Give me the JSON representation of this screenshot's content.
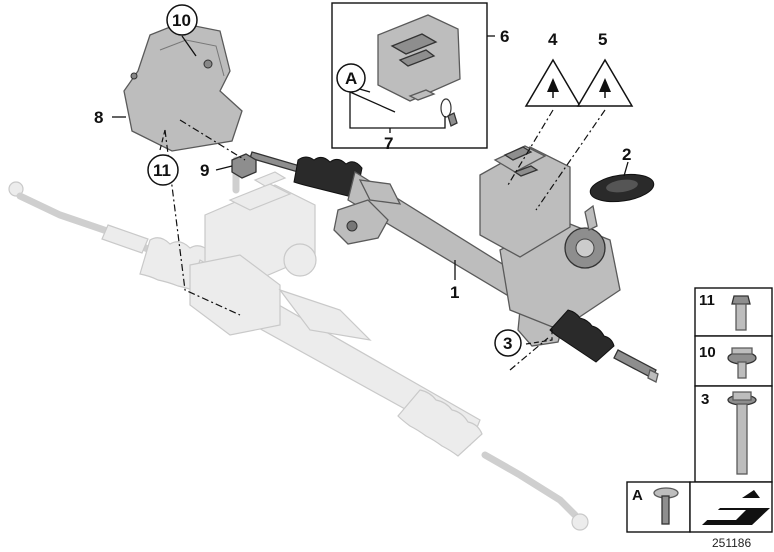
{
  "diagram": {
    "callouts": {
      "c1": "1",
      "c2": "2",
      "c3": "3",
      "c4": "4",
      "c5": "5",
      "c6": "6",
      "c7": "7",
      "c8": "8",
      "c9": "9",
      "c10": "10",
      "c11": "11",
      "cA": "A"
    },
    "fastener_panel": {
      "row11": "11",
      "row10": "10",
      "row3": "3",
      "rowA": "A"
    },
    "diagram_number": "251186"
  }
}
